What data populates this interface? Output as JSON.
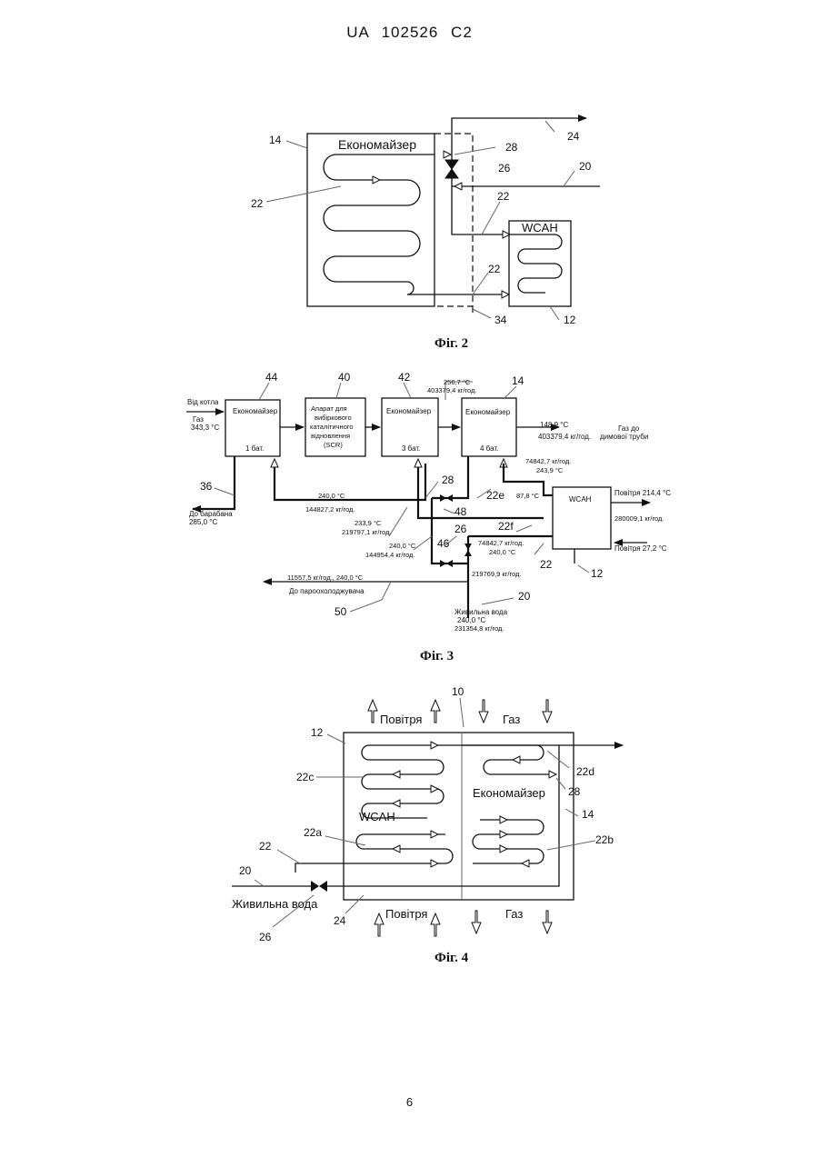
{
  "header": "UA 102526 C2",
  "page_number": "6",
  "fig2": {
    "caption": "Фіг. 2",
    "economizer_label": "Економайзер",
    "wcah_label": "WCAH",
    "labels": {
      "n14": "14",
      "n22a": "22",
      "n22b": "22",
      "n22c": "22",
      "n24": "24",
      "n26": "26",
      "n28": "28",
      "n20": "20",
      "n34": "34",
      "n12": "12"
    }
  },
  "fig3": {
    "caption": "Фіг. 3",
    "boxes": {
      "eco1_title": "Економайзер",
      "eco1_sub": "1 бат.",
      "scr_l1": "Апарат  для",
      "scr_l2": "вибіркового",
      "scr_l3": "каталітичного",
      "scr_l4": "відновлення",
      "scr_l5": "(SCR)",
      "eco3_title": "Економайзер",
      "eco3_sub": "3 бат.",
      "eco4_title": "Економайзер",
      "eco4_sub": "4 бат.",
      "wcah": "WCAH"
    },
    "numbers": {
      "n44": "44",
      "n40": "40",
      "n42": "42",
      "n14": "14",
      "n36": "36",
      "n28": "28",
      "n48": "48",
      "n22e": "22e",
      "n22f": "22f",
      "n26": "26",
      "n46": "46",
      "n22": "22",
      "n12": "12",
      "n20": "20",
      "n50": "50"
    },
    "annotations": {
      "from_boiler": "Від котла",
      "gas": "Газ",
      "gas_temp": "343,3 °C",
      "top_temp": "256,7 °C",
      "top_flow": "403379,4 кг/год.",
      "out_temp": "148,9 °C",
      "out_flow": "403379,4 кг/год.",
      "gas_to_1": "Газ до",
      "gas_to_2": "димової труби",
      "flow_74842a": "74842,7 кг/год.",
      "temp_2439": "243,9 °C",
      "temp_878": "87,8 °C",
      "air_out": "Повітря 214,4 °C",
      "air_flow": "280009,1 кг/год.",
      "air_in": "Повітря 27,2 °C",
      "temp_240a": "240,0 °C",
      "flow_144827": "144827,2 кг/год.",
      "to_drum": "До барабана",
      "drum_temp": "285,0 °C",
      "temp_2339": "233,9 °C",
      "flow_219797": "219797,1 кг/год.",
      "temp_240b": "240,0 °C",
      "flow_144954": "144954,4 кг/год.",
      "flow_74842b": "74842,7 кг/год.",
      "temp_240c": "240,0 °C",
      "flow_219769": "219769,9 кг/год.",
      "steam_line": "11557,5 кг/год., 240,0 °C",
      "to_desup": "До пароохолоджувача",
      "feed_water": "Живильна вода",
      "feed_temp": "240,0 °C",
      "feed_flow": "231354,8 кг/год."
    }
  },
  "fig4": {
    "caption": "Фіг. 4",
    "air_top": "Повітря",
    "gas_top": "Газ",
    "air_bottom": "Повітря",
    "gas_bottom": "Газ",
    "economizer_label": "Економайзер",
    "wcah_label": "WCAH",
    "feed_water": "Живильна вода",
    "labels": {
      "n10": "10",
      "n12": "12",
      "n22c": "22c",
      "n22d": "22d",
      "n28": "28",
      "n14": "14",
      "n22a": "22a",
      "n22b": "22b",
      "n22": "22",
      "n20": "20",
      "n24": "24",
      "n26": "26"
    }
  }
}
